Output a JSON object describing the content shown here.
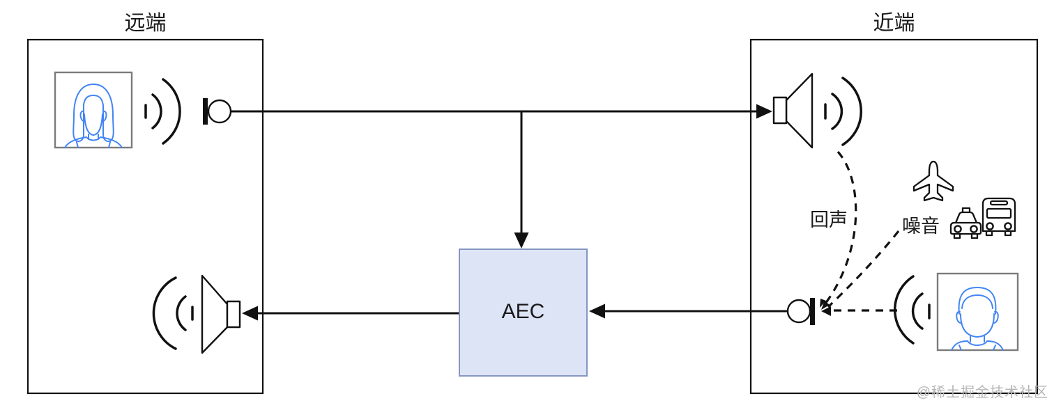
{
  "labels": {
    "far_end": "远端",
    "near_end": "近端",
    "aec": "AEC",
    "echo": "回声",
    "noise": "噪音",
    "watermark": "@稀土掘金技术社区"
  },
  "colors": {
    "line": "#111111",
    "text": "#1a1a1a",
    "avatar_stroke": "#4285f4",
    "frame_border": "#7b7b7b",
    "aec_fill": "#dde4f6",
    "aec_border": "#8496c2",
    "watermark": "#b6b6b6",
    "background": "#ffffff"
  },
  "icons": [
    "woman-avatar-icon",
    "man-avatar-icon",
    "microphone-icon",
    "speaker-icon",
    "sound-waves-icon",
    "airplane-icon",
    "taxi-icon",
    "bus-icon"
  ]
}
